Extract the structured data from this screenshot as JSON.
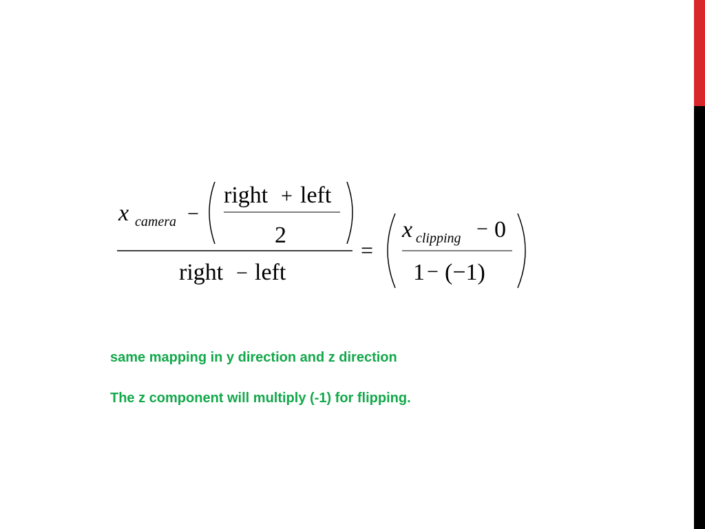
{
  "equation": {
    "x_var": "x",
    "camera_sub": "camera",
    "minus": "−",
    "plus": "+",
    "right": "right",
    "left": "left",
    "two": "2",
    "equals": "=",
    "clipping_sub": "clipping",
    "zero": "0",
    "one": "1",
    "neg_one_group": "(−1)"
  },
  "notes": {
    "line1": "same mapping in y direction and z direction",
    "line2": "The z component will multiply (-1) for flipping."
  },
  "colors": {
    "accent_red": "#d9262b",
    "side_black": "#000000",
    "note_green": "#12a84a"
  }
}
